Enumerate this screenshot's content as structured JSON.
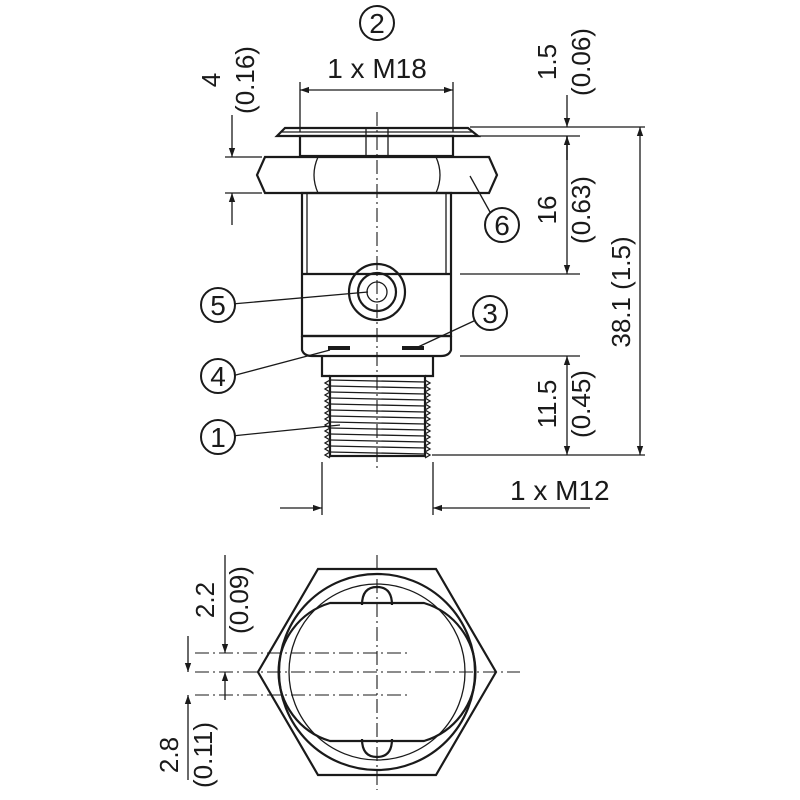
{
  "callouts": {
    "c1": "1",
    "c2": "2",
    "c3": "3",
    "c4": "4",
    "c5": "5",
    "c6": "6"
  },
  "labels": {
    "thread_top": "1 x M18",
    "thread_bottom": "1 x M12"
  },
  "dimensions": {
    "d_4_mm": "4",
    "d_4_in": "(0.16)",
    "d_1_5_mm": "1.5",
    "d_1_5_in": "(0.06)",
    "d_16_mm": "16",
    "d_16_in": "(0.63)",
    "d_38_1": "38.1 (1.5)",
    "d_11_5_mm": "11.5",
    "d_11_5_in": "(0.45)",
    "d_2_2_mm": "2.2",
    "d_2_2_in": "(0.09)",
    "d_2_8_mm": "2.8",
    "d_2_8_in": "(0.11)"
  }
}
